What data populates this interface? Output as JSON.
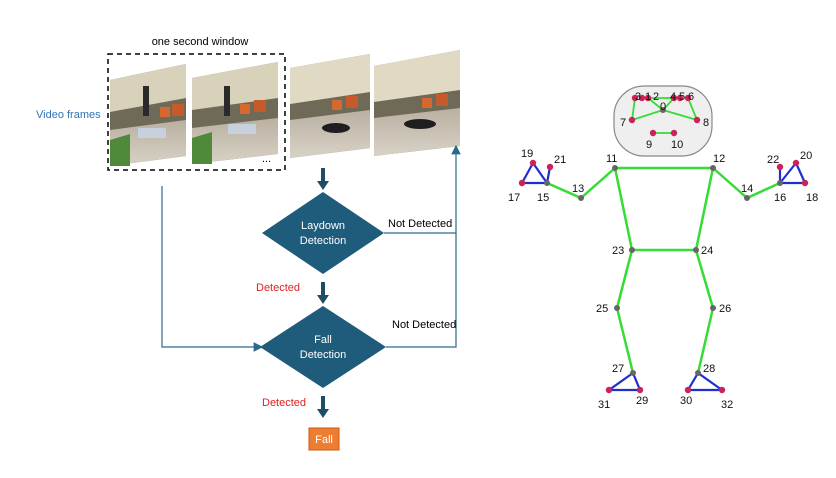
{
  "flowchart": {
    "window_label": "one second window",
    "video_frames_label": "Video frames",
    "ellipsis": "...",
    "laydown_line1": "Laydown",
    "laydown_line2": "Detection",
    "fall_line1": "Fall",
    "fall_line2": "Detection",
    "detected_1": "Detected",
    "detected_2": "Detected",
    "not_detected_1": "Not Detected",
    "not_detected_2": "Not Detected",
    "fall_box": "Fall",
    "colors": {
      "diamond": "#1f5b7a",
      "arrow": "#1f4d66",
      "line": "#2b6a8f",
      "detected_text": "#e02020",
      "frames_label_text": "#2e75b6",
      "fall_box": "#ed7d31"
    }
  },
  "skeleton": {
    "labels": [
      "0",
      "1",
      "2",
      "3",
      "4",
      "5",
      "6",
      "7",
      "8",
      "9",
      "10",
      "11",
      "12",
      "13",
      "14",
      "15",
      "16",
      "17",
      "18",
      "19",
      "20",
      "21",
      "22",
      "23",
      "24",
      "25",
      "26",
      "27",
      "28",
      "29",
      "30",
      "31",
      "32"
    ],
    "colors": {
      "body_edges": "#33dd33",
      "face_edges": "#33dd33",
      "extremity_edges": "#1f2fcf",
      "keypoint_fill": "#cc2255",
      "joint_fill": "#666666",
      "head_outline": "#888888"
    }
  }
}
